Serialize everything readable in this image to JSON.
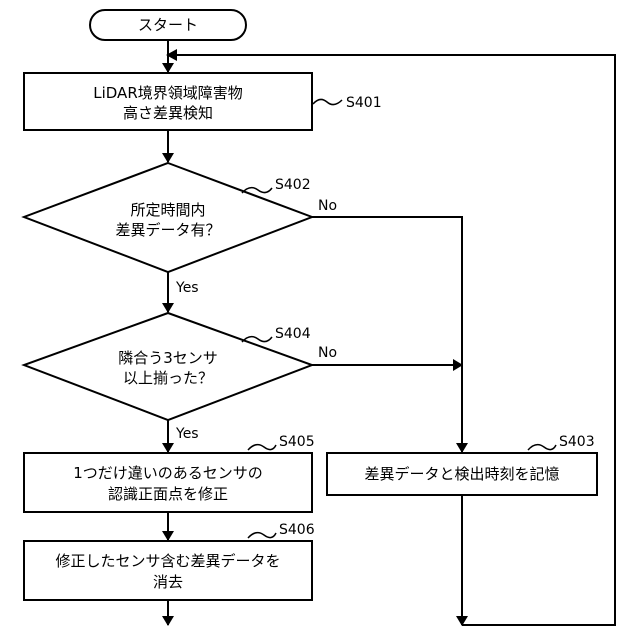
{
  "start": "スタート",
  "s401": {
    "line1": "LiDAR境界領域障害物",
    "line2": "高さ差異検知",
    "tag": "S401"
  },
  "s402": {
    "line1": "所定時間内",
    "line2": "差異データ有？",
    "tag": "S402",
    "no": "No",
    "yes": "Yes"
  },
  "s404": {
    "line1": "隣合う3センサ",
    "line2": "以上揃った？",
    "tag": "S404",
    "no": "No",
    "yes": "Yes"
  },
  "s405": {
    "line1": "1つだけ違いのあるセンサの",
    "line2": "認識正面点を修正",
    "tag": "S405"
  },
  "s406": {
    "line1": "修正したセンサ含む差異データを",
    "line2": "消去",
    "tag": "S406"
  },
  "s403": {
    "line1": "差異データと検出時刻を記憶",
    "tag": "S403"
  }
}
